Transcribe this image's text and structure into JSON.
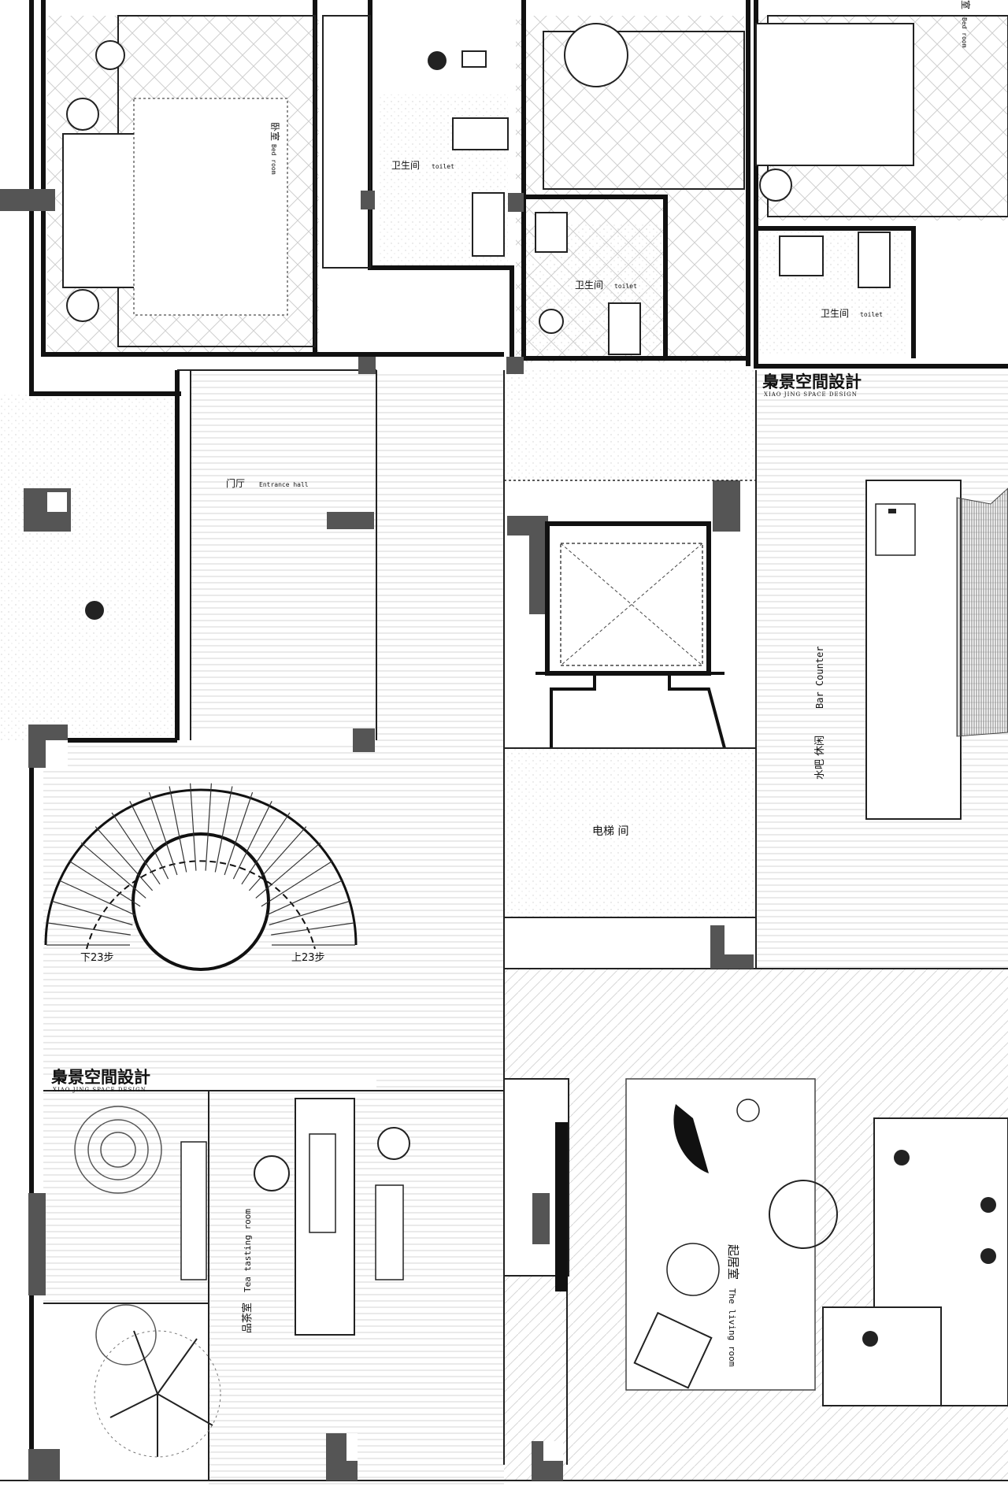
{
  "brand": {
    "name": "梟景空間設計",
    "subtitle": "XIAO JING SPACE DESIGN"
  },
  "rooms": {
    "bedroom": {
      "cn": "卧室",
      "en": "Bed room"
    },
    "bedroom_right": {
      "cn": "室",
      "en": "Bed room"
    },
    "toilet_1": {
      "cn": "卫生间",
      "en": "toilet"
    },
    "toilet_2": {
      "cn": "卫生间",
      "en": "toilet"
    },
    "toilet_3": {
      "cn": "卫生间",
      "en": "toilet"
    },
    "entrance": {
      "cn": "门厅",
      "en": "Entrance hall"
    },
    "bar": {
      "cn": "水吧 休闲",
      "en": "Bar Counter"
    },
    "elevator": {
      "cn": "电梯 间"
    },
    "tea": {
      "cn": "品茶室",
      "en": "Tea tasting room"
    },
    "living": {
      "cn": "起居室",
      "en": "The living room"
    }
  },
  "stairs": {
    "down": "下23步",
    "up": "上23步"
  },
  "colors": {
    "wall": "#111111",
    "column": "#555555",
    "terrazzo": "#f4f4f4",
    "line": "#222222"
  }
}
